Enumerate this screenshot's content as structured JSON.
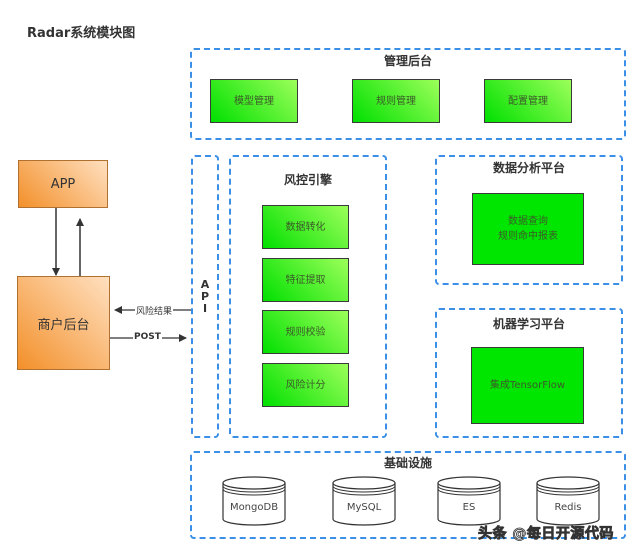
{
  "title": "Radar系统模块图",
  "admin": {
    "title": "管理后台",
    "items": [
      "模型管理",
      "规则管理",
      "配置管理"
    ]
  },
  "app": {
    "label": "APP"
  },
  "merchant": {
    "label": "商户后台"
  },
  "edges": {
    "risk_result": "风险结果",
    "post": "POST"
  },
  "api": {
    "letters": [
      "A",
      "P",
      "I"
    ]
  },
  "engine": {
    "title": "风控引擎",
    "items": [
      "数据转化",
      "特征提取",
      "规则校验",
      "风险计分"
    ]
  },
  "analytics": {
    "title": "数据分析平台",
    "lines": [
      "数据查询",
      "规则命中报表"
    ]
  },
  "ml": {
    "title": "机器学习平台",
    "item": "集成TensorFlow"
  },
  "infra": {
    "title": "基础设施",
    "stores": [
      "MongoDB",
      "MySQL",
      "ES",
      "Redis"
    ]
  },
  "watermark": "头条 @每日开源代码",
  "colors": {
    "dashed_border": "#3b8fe6",
    "green": "#00e600",
    "orange": "#f3902a"
  }
}
